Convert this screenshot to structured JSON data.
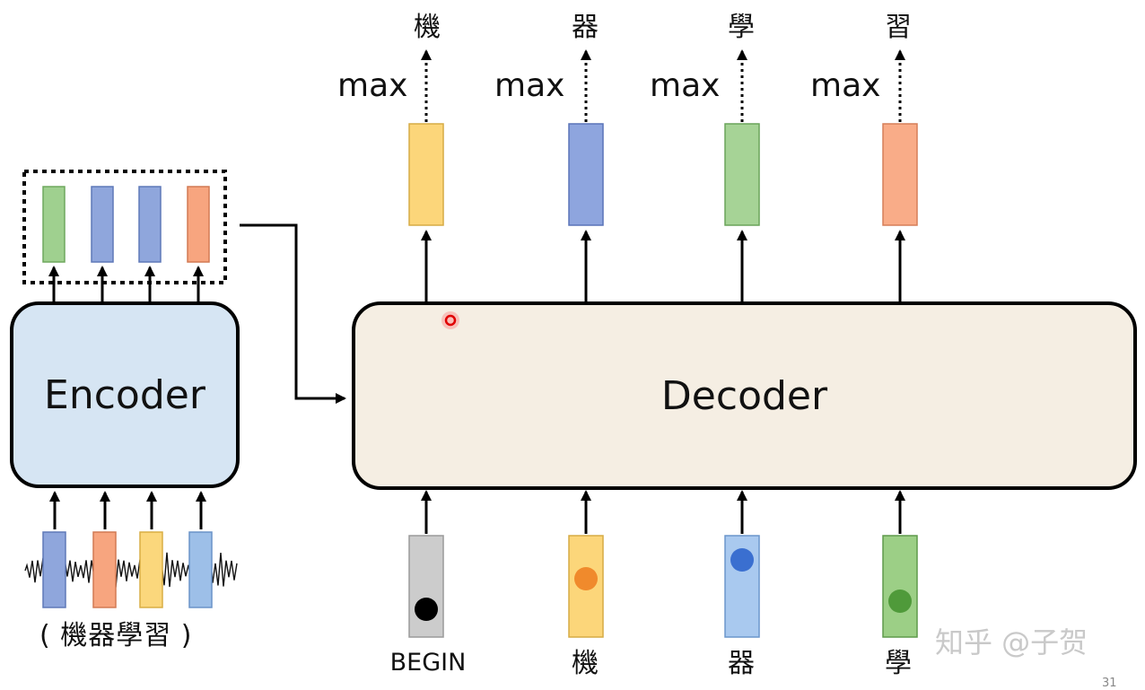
{
  "encoder": {
    "label": "Encoder",
    "fill": "#d6e5f3",
    "output_vectors": [
      {
        "color": "#9fd08f",
        "border": "#6fa85e"
      },
      {
        "color": "#8fa6dc",
        "border": "#5f78b8"
      },
      {
        "color": "#8fa6dc",
        "border": "#5f78b8"
      },
      {
        "color": "#f7a57f",
        "border": "#d27a54"
      }
    ],
    "input_frames": [
      {
        "color": "#8fa6dc",
        "border": "#5f78b8"
      },
      {
        "color": "#f7a57f",
        "border": "#d27a54"
      },
      {
        "color": "#fbd77c",
        "border": "#d9ae44"
      },
      {
        "color": "#9dbfe8",
        "border": "#6a93c8"
      }
    ],
    "caption": "( 機器學習 )"
  },
  "decoder": {
    "label": "Decoder",
    "fill": "#f5eee3",
    "outputs": [
      {
        "char": "機",
        "op": "max",
        "color": "#fcd67a",
        "border": "#d6ac45"
      },
      {
        "char": "器",
        "op": "max",
        "color": "#8ea5de",
        "border": "#5a74b8"
      },
      {
        "char": "學",
        "op": "max",
        "color": "#a6d396",
        "border": "#6aa45a"
      },
      {
        "char": "習",
        "op": "max",
        "color": "#f9ac88",
        "border": "#d67f58"
      }
    ],
    "inputs": [
      {
        "label": "BEGIN",
        "color": "#cccccc",
        "border": "#9a9a9a",
        "dot": "#000000"
      },
      {
        "label": "機",
        "color": "#fcd67a",
        "border": "#d6ac45",
        "dot": "#f08a2c"
      },
      {
        "label": "器",
        "color": "#a9c9ef",
        "border": "#6b96cc",
        "dot": "#3a6fd0"
      },
      {
        "label": "學",
        "color": "#9ccf86",
        "border": "#5f9a4c",
        "dot": "#4f9a3a"
      }
    ]
  },
  "watermark": "知乎 @子贺",
  "page_number": "31"
}
